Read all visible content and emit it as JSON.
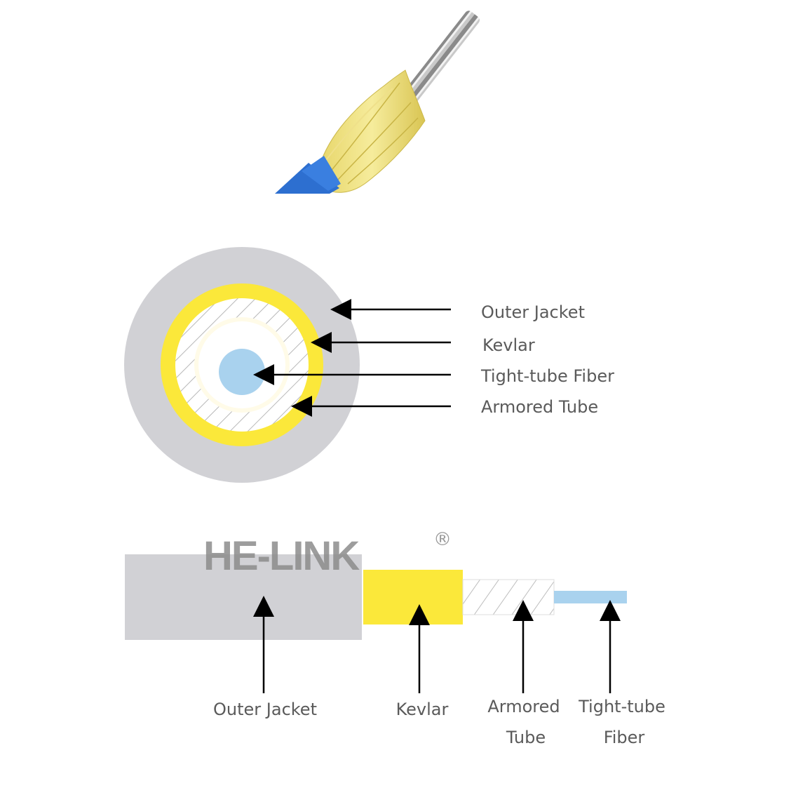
{
  "brand": {
    "logo_text": "HE-LINK",
    "registered_mark": "®"
  },
  "cross_section": {
    "labels": {
      "outer_jacket": "Outer Jacket",
      "kevlar": "Kevlar",
      "tight_tube_fiber": "Tight-tube Fiber",
      "armored_tube": "Armored Tube"
    }
  },
  "side_view": {
    "labels": {
      "outer_jacket": "Outer Jacket",
      "kevlar": "Kevlar",
      "armored_tube_line1": "Armored",
      "armored_tube_line2": "Tube",
      "tight_tube_fiber_line1": "Tight-tube",
      "tight_tube_fiber_line2": "Fiber"
    }
  },
  "colors": {
    "outer_jacket": "#d1d1d5",
    "kevlar": "#fbe83a",
    "armored_tube_hatch": "#b8b8b8",
    "tight_tube_fiber": "#a9d2ee",
    "cable_blue": "#2d6fd0",
    "arrow": "#000000"
  }
}
